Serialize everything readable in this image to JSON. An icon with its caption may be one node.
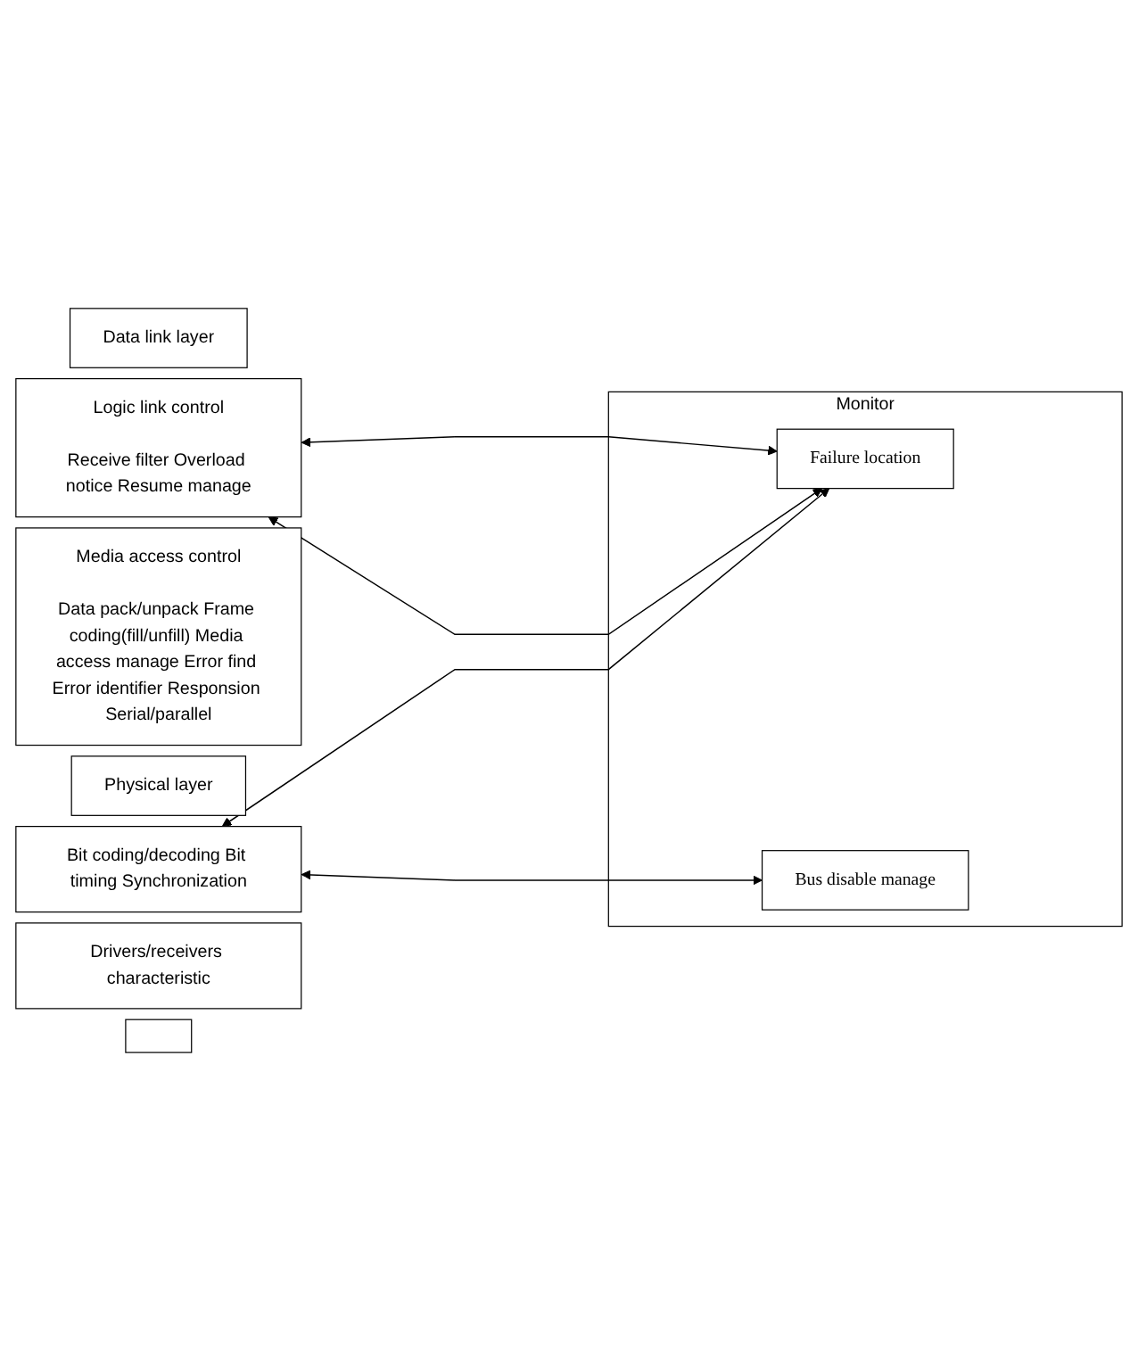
{
  "diagram": {
    "nodes": [
      {
        "text": [
          "Data link layer"
        ]
      },
      {
        "text": [
          "Logic link control",
          "Receive filter Overload notice Resume manage"
        ]
      },
      {
        "text": [
          "Media access control",
          "Data pack/unpack Frame coding(fill/unfill) Media access manage Error find Error identifier Responsion Serial/parallel"
        ]
      },
      {
        "text": [
          "Physical layer"
        ]
      },
      {
        "text": [
          "Bit coding/decoding Bit timing Synchronization"
        ]
      },
      {
        "text": [
          "Drivers/receivers characteristic"
        ]
      },
      {
        "text": [],
        "shape": "box"
      },
      {
        "text": [
          "Monitor"
        ]
      },
      {
        "text": [
          "Failure location"
        ],
        "in": 7
      },
      {
        "text": [
          "Bus disable manage"
        ],
        "in": 7
      }
    ],
    "edges": [
      {
        "from": 1,
        "to": 8,
        "arrow": "both"
      },
      {
        "from": 1,
        "to": 8,
        "arrow": "both"
      },
      {
        "from": 4,
        "to": 8,
        "arrow": "both"
      },
      {
        "from": 4,
        "to": 9,
        "arrow": "both"
      }
    ]
  }
}
